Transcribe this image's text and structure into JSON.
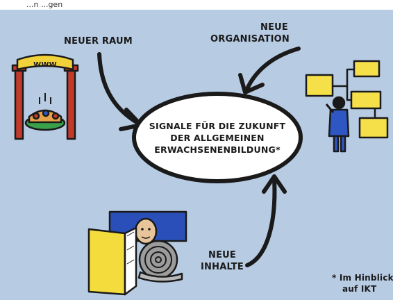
{
  "top_caption": "...n ...gen",
  "colors": {
    "background": "#b7cbe3",
    "ellipse_fill": "#ffffff",
    "stroke": "#1a1a1a",
    "portal_red": "#c23a2a",
    "sign_yellow": "#f2d23a",
    "box_yellow": "#f6e04a",
    "person_blue": "#2f57c4",
    "bed_blue": "#2a4fb8",
    "book_yellow": "#f4dc3c",
    "snail_gray": "#9c9c9c",
    "skin": "#e8c49a"
  },
  "center": {
    "line1": "SIGNALE FÜR DIE ZUKUNFT",
    "line2": "DER ALLGEMEINEN",
    "line3": "ERWACHSENENBILDUNG*"
  },
  "labels": {
    "neuer_raum": "NEUER RAUM",
    "neue_organisation_1": "NEUE",
    "neue_organisation_2": "ORGANISATION",
    "neue_inhalte_1": "NEUE",
    "neue_inhalte_2": "INHALTE"
  },
  "portal_sign": "WWW",
  "footnote": {
    "line1": "* Im Hinblick",
    "line2": "auf IKT"
  }
}
